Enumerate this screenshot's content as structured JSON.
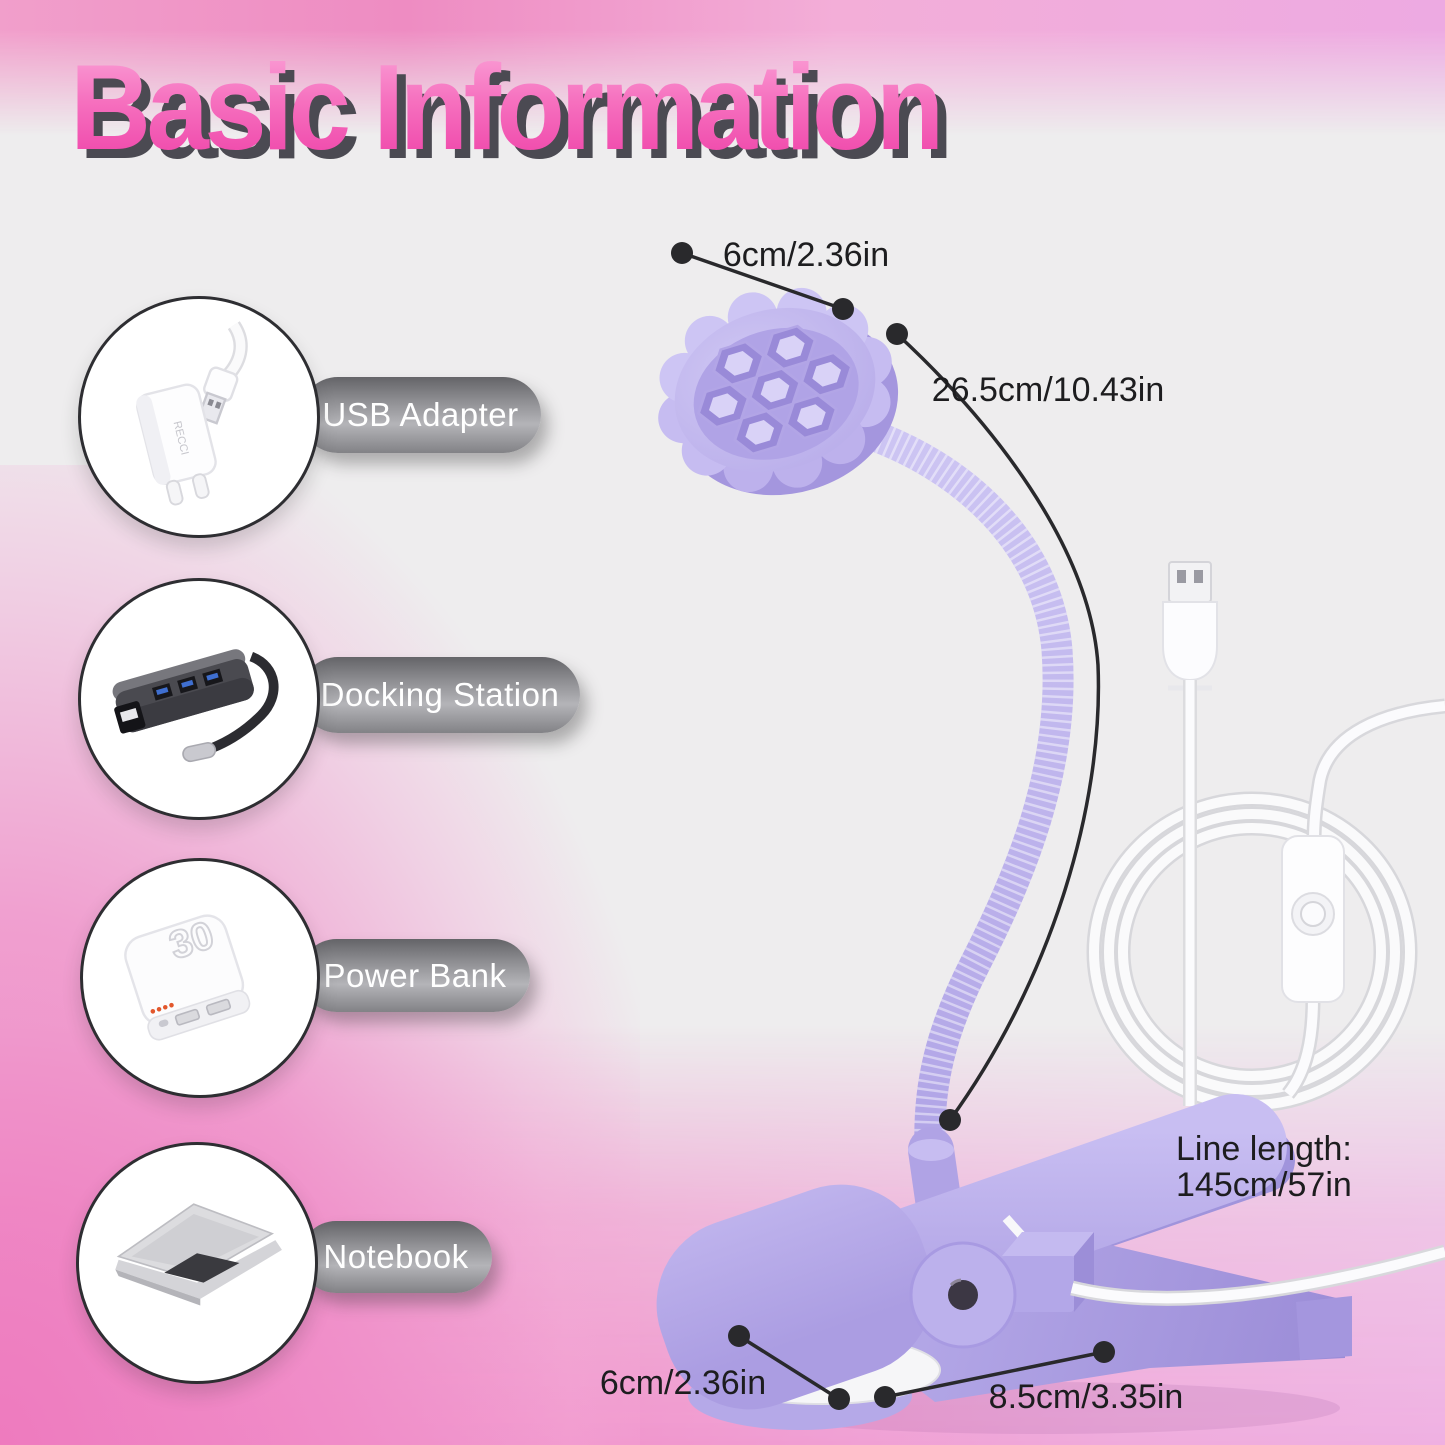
{
  "title": "Basic Information",
  "accessories": [
    {
      "label": "USB Adapter",
      "brand": "RECCI"
    },
    {
      "label": "Docking Station"
    },
    {
      "label": "Power Bank",
      "badge": "30"
    },
    {
      "label": "Notebook"
    }
  ],
  "lamp_measurements": {
    "head_width": "6cm/2.36in",
    "neck_length": "26.5cm/10.43in",
    "clamp_width": "6cm/2.36in",
    "clamp_depth": "8.5cm/3.35in"
  },
  "cable_note": {
    "label": "Line length:",
    "value": "145cm/57in"
  },
  "colors": {
    "title_pink": "#f25cb0",
    "lamp_lavender": "#b9ade9",
    "pill_gray": "#8d8d8d",
    "background_pink": "#ee8ac4",
    "background_gray": "#eeedee"
  }
}
